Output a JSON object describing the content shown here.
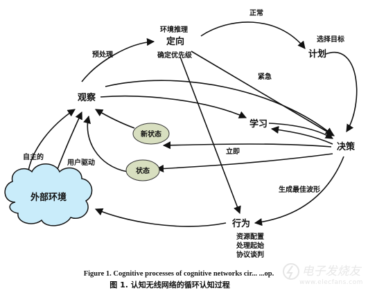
{
  "nodes": {
    "observe": "观察",
    "orient_top": "环境推理",
    "orient": "定向",
    "orient_bottom": "确定优先级",
    "plan": "计划",
    "decide": "决策",
    "learn": "学习",
    "act": "行为",
    "new_state": "新状态",
    "state": "状态",
    "environment": "外部环境"
  },
  "edge_labels": {
    "preprocess": "预处理",
    "normal": "正常",
    "select_goal": "选择目标",
    "urgent": "紧急",
    "immediate": "立即",
    "generate_waveform": "生成最佳波形",
    "autonomous": "自主的",
    "user_driven": "用户驱动"
  },
  "act_details": [
    "资源配置",
    "处理起始",
    "协议谈判"
  ],
  "caption": {
    "en": "Figure 1. Cognitive processes of cognitive networks cir... ...op.",
    "zh": "图 1. 认知无线网络的循环认知过程"
  },
  "watermark": {
    "logo": "电子发烧友",
    "url": "www.elecfans.com"
  },
  "colors": {
    "state_fill": "#d8dfc0",
    "cloud_fill": "#c9ecfa",
    "line": "#111111"
  }
}
